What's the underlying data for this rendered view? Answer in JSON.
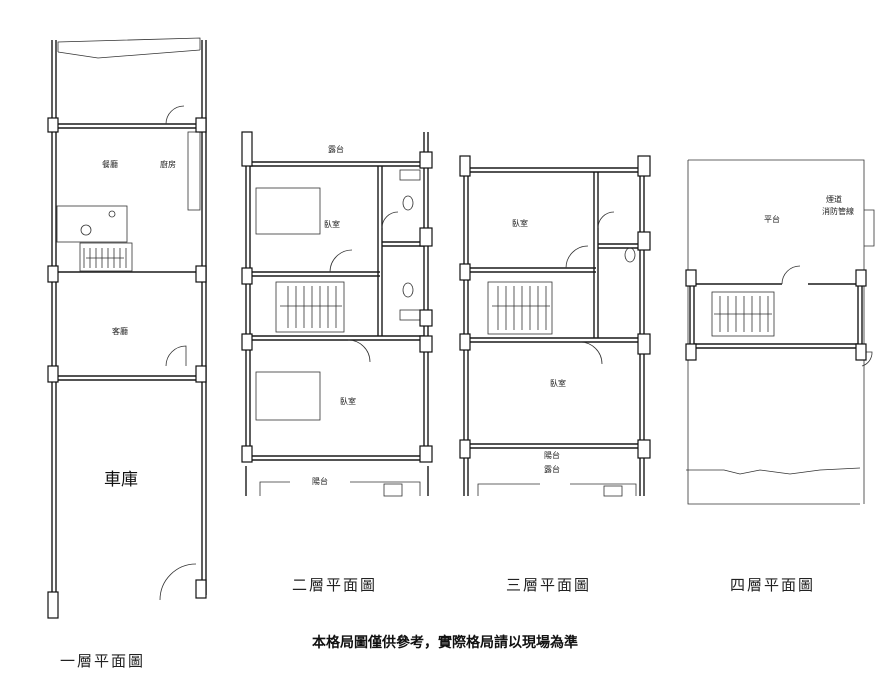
{
  "floor1": {
    "title": "一層平面圖",
    "rooms": {
      "dining": "餐廳",
      "kitchen": "廚房",
      "living": "客廳",
      "garage": "車庫"
    }
  },
  "floor2": {
    "title": "二層平面圖",
    "rooms": {
      "balcony_top": "露台",
      "bedroom_a": "臥室",
      "bedroom_b": "臥室",
      "balcony_bottom": "陽台"
    }
  },
  "floor3": {
    "title": "三層平面圖",
    "rooms": {
      "bedroom_a": "臥室",
      "bedroom_b": "臥室",
      "balcony": "陽台",
      "terrace": "露台"
    }
  },
  "floor4": {
    "title": "四層平面圖",
    "rooms": {
      "platform": "平台",
      "pipe_1": "煙道",
      "pipe_2": "消防管線"
    }
  },
  "note": "本格局圖僅供參考，實際格局請以現場為準"
}
